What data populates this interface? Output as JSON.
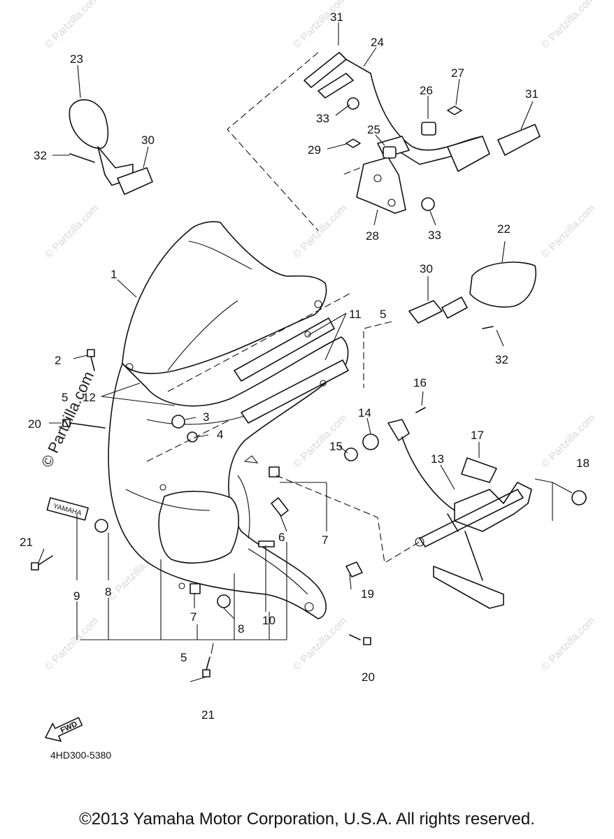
{
  "diagram_code": "4HD300-5380",
  "copyright": "©2013 Yamaha Motor Corporation, U.S.A. All rights reserved.",
  "watermark_text": "© Partzilla.com",
  "fwd_label": "FWD",
  "yamaha_label": "YAMAHA",
  "callouts": {
    "c1": "1",
    "c2": "2",
    "c3": "3",
    "c4": "4",
    "c5_top": "5",
    "c5_left": "5",
    "c5_bottom": "5",
    "c6": "6",
    "c7_right": "7",
    "c7_bottom": "7",
    "c8_left": "8",
    "c8_bottom": "8",
    "c9": "9",
    "c10": "10",
    "c11": "11",
    "c12": "12",
    "c13": "13",
    "c14": "14",
    "c15": "15",
    "c16": "16",
    "c17": "17",
    "c18": "18",
    "c19": "19",
    "c20_left": "20",
    "c20_bottom": "20",
    "c21_left": "21",
    "c21_bottom": "21",
    "c22": "22",
    "c23": "23",
    "c24": "24",
    "c25": "25",
    "c26": "26",
    "c27": "27",
    "c28": "28",
    "c29": "29",
    "c30_left": "30",
    "c30_right": "30",
    "c31_left": "31",
    "c31_right": "31",
    "c32_left": "32",
    "c32_right": "32",
    "c33_left": "33",
    "c33_bottom": "33"
  },
  "colors": {
    "ink": "#111111",
    "watermark": "#d8d8d8"
  }
}
